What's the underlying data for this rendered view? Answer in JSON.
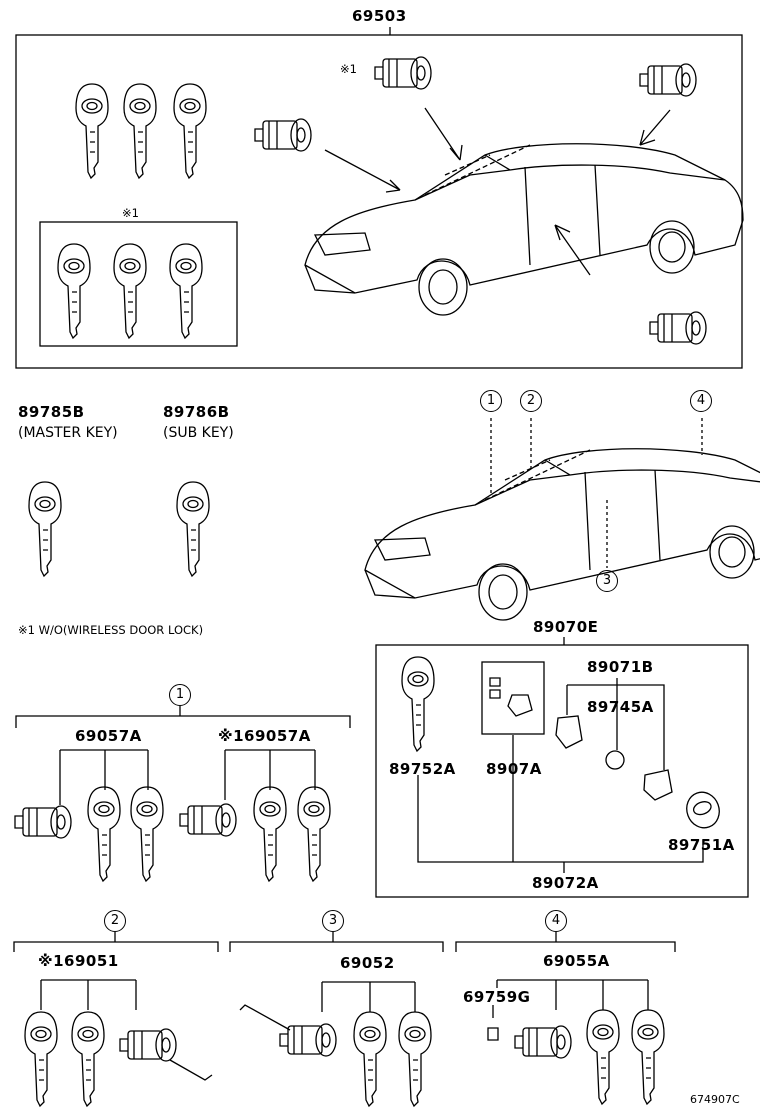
{
  "top_section": {
    "title": "69503",
    "note_mark": "※1",
    "inner_box_mark": "※1"
  },
  "keys": {
    "master": {
      "part": "89785B",
      "desc": "(MASTER KEY)"
    },
    "sub": {
      "part": "89786B",
      "desc": "(SUB KEY)"
    }
  },
  "footnote": "※1 W/O(WIRELESS DOOR LOCK)",
  "locations": [
    "1",
    "2",
    "3",
    "4"
  ],
  "group1": {
    "marker": "1",
    "left_part": "69057A",
    "right_part": "※169057A"
  },
  "transmitter_box": {
    "title": "89070E",
    "parts": [
      "89071B",
      "89745A",
      "89752A",
      "8907A",
      "89751A"
    ],
    "bottom": "89072A"
  },
  "group2": {
    "marker": "2",
    "part": "※169051"
  },
  "group3": {
    "marker": "3",
    "part": "69052"
  },
  "group4": {
    "marker": "4",
    "part": "69055A",
    "sub_part": "69759G"
  },
  "diagram_code": "674907C"
}
